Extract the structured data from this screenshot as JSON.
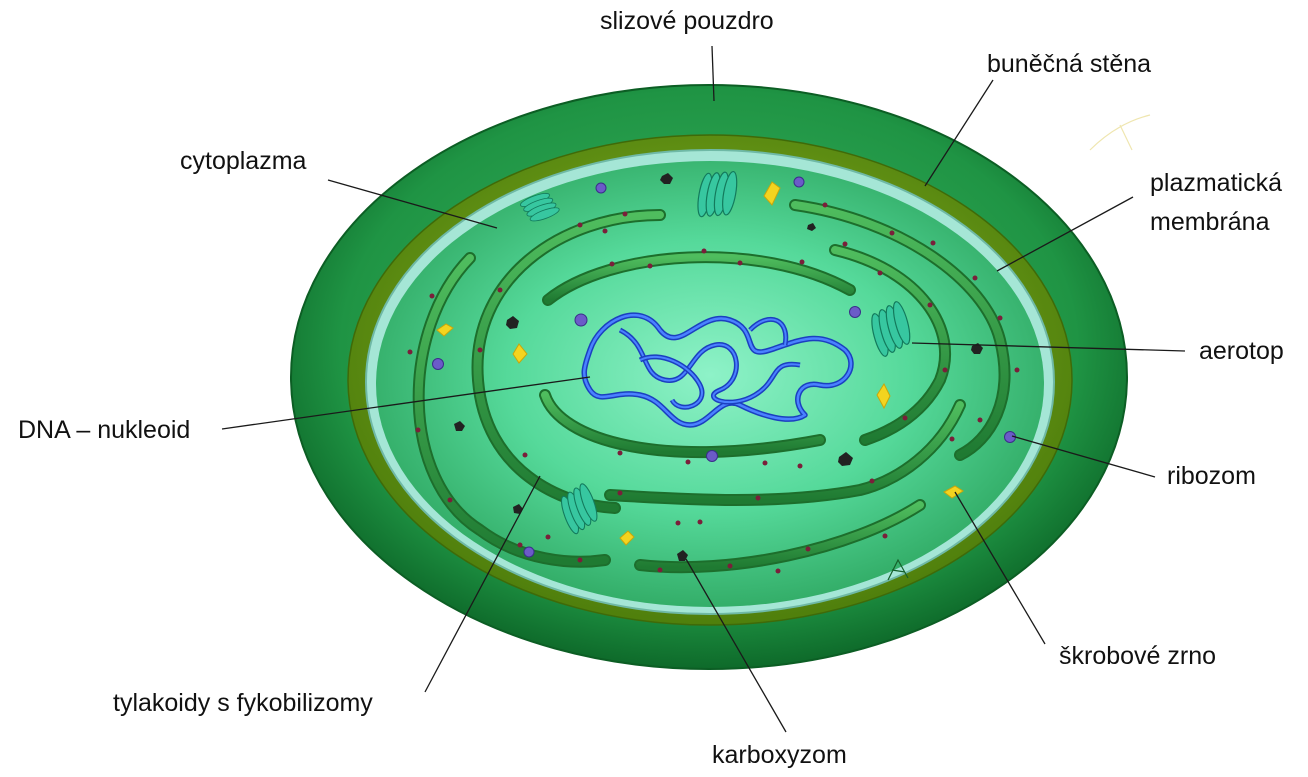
{
  "labels": {
    "slime_capsule": "slizové pouzdro",
    "cell_wall": "buněčná stěna",
    "cytoplasm": "cytoplazma",
    "plasma_membrane_line1": "plazmatická",
    "plasma_membrane_line2": "membrána",
    "aerotope": "aerotop",
    "dna_nucleoid": "DNA – nukleoid",
    "ribosome": "ribozom",
    "thylakoids": "tylakoidy s fykobilizomy",
    "starch_grain": "škrobové zrno",
    "carboxysome": "karboxyzom"
  },
  "colors": {
    "capsule": "#1b8a3a",
    "cell_wall": "#6b9a12",
    "membrane": "#9ee0d3",
    "cytoplasm": "#5fdc9c",
    "thylakoid": "#2f9a44",
    "dna": "#2957e0",
    "ribosome": "#6b5bc8",
    "carboxysome": "#2a2a2a",
    "starch": "#f1d21a",
    "aerotope": "#38c9a0"
  }
}
